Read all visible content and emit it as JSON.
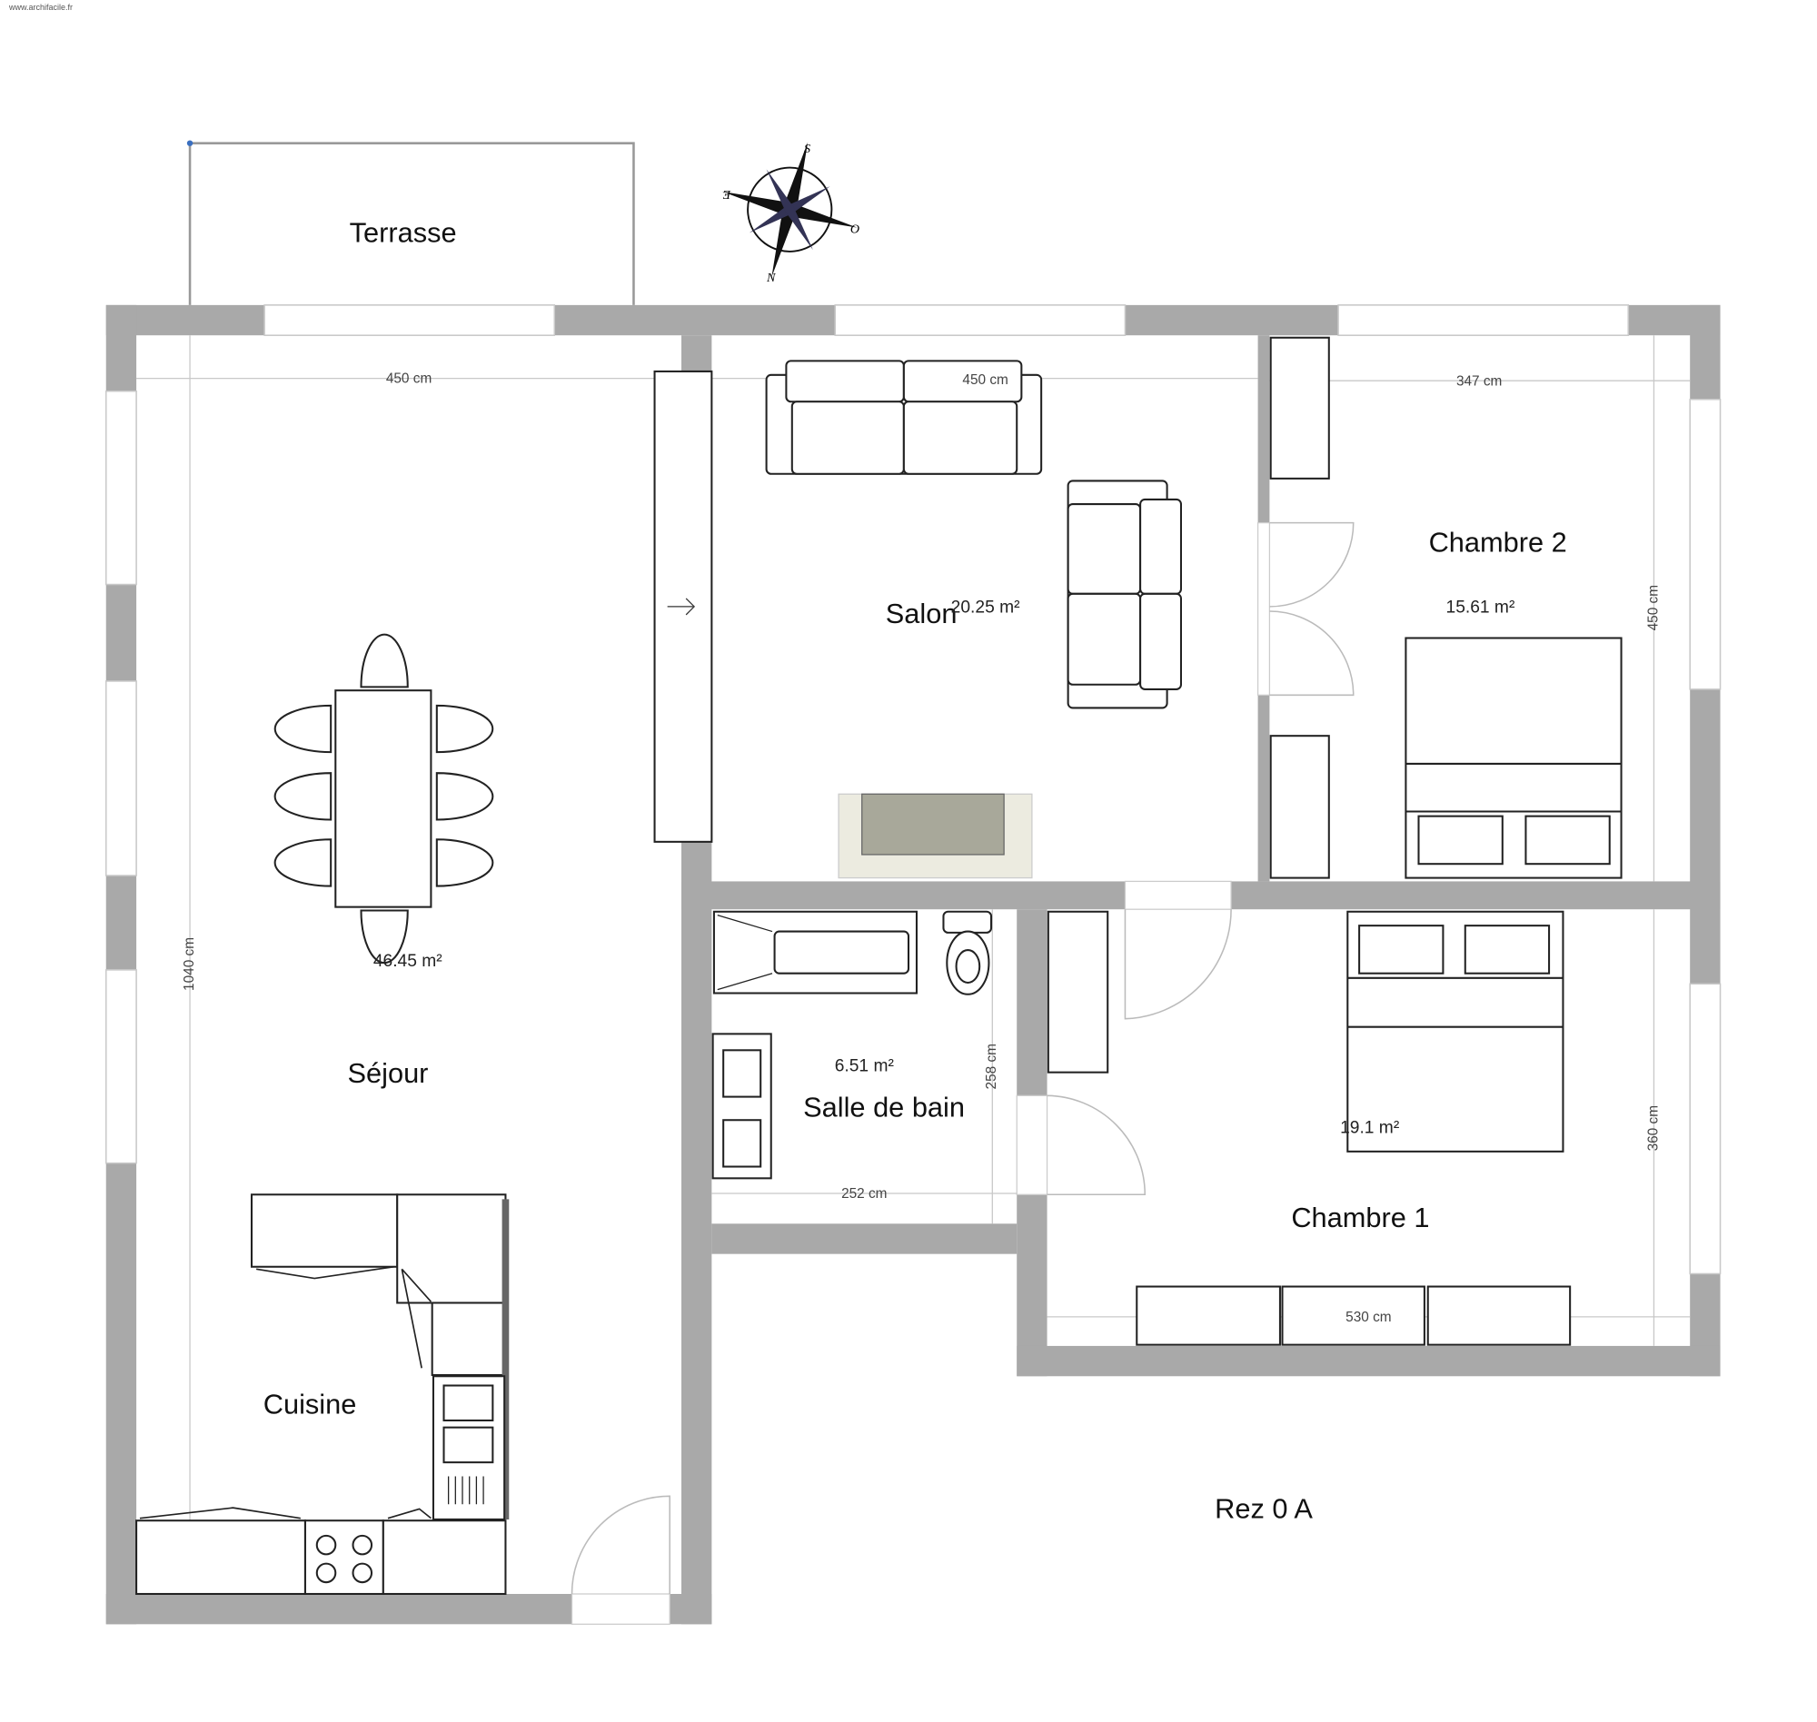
{
  "watermark": "www.archifacile.fr",
  "plan_title": "Rez 0 A",
  "compass": {
    "north": "N",
    "south": "S",
    "east": "E",
    "west": "O"
  },
  "rooms": {
    "terrasse": {
      "name": "Terrasse"
    },
    "sejour": {
      "name": "Séjour",
      "area": "46.45 m²",
      "width": "450 cm",
      "height": "1040 cm"
    },
    "cuisine": {
      "name": "Cuisine"
    },
    "salon": {
      "name": "Salon",
      "area": "20.25 m²",
      "width": "450 cm"
    },
    "chambre2": {
      "name": "Chambre 2",
      "area": "15.61 m²",
      "width": "347 cm",
      "height": "450 cm"
    },
    "salle_de_bain": {
      "name": "Salle de bain",
      "area": "6.51 m²",
      "width": "252 cm",
      "height": "258 cm"
    },
    "chambre1": {
      "name": "Chambre 1",
      "area": "19.1 m²",
      "width": "530 cm",
      "height": "360 cm"
    }
  },
  "colors": {
    "wall": "#a9a9a9",
    "fireplace": "#a8a89a"
  }
}
